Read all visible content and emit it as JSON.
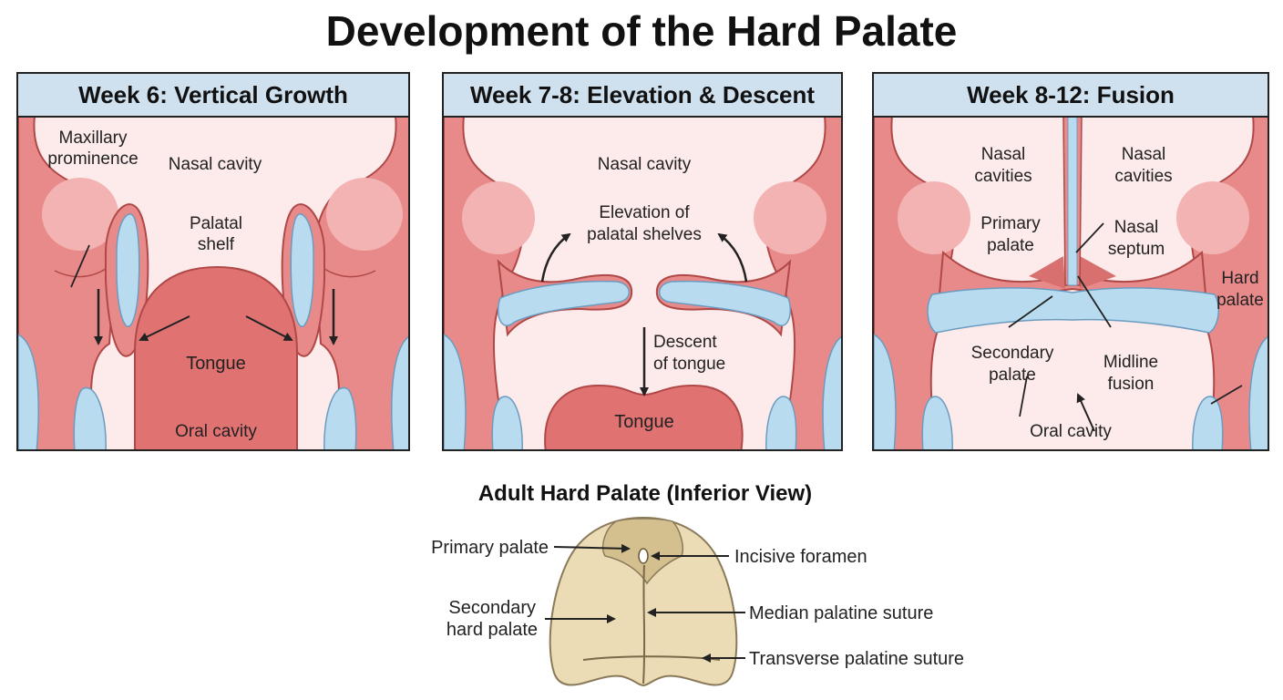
{
  "title": "Development of the Hard Palate",
  "panels": [
    {
      "heading": "Week 6: Vertical Growth",
      "labels": {
        "maxillary_prominence_1": "Maxillary",
        "maxillary_prominence_2": "prominence",
        "nasal_cavity": "Nasal cavity",
        "palatal_shelf_1": "Palatal",
        "palatal_shelf_2": "shelf",
        "tongue": "Tongue",
        "oral_cavity": "Oral cavity"
      }
    },
    {
      "heading": "Week 7-8: Elevation & Descent",
      "labels": {
        "nasal_cavity": "Nasal cavity",
        "elevation_1": "Elevation of",
        "elevation_2": "palatal shelves",
        "descent_1": "Descent",
        "descent_2": "of tongue",
        "tongue": "Tongue"
      }
    },
    {
      "heading": "Week 8-12: Fusion",
      "labels": {
        "nasal_cavities_left_1": "Nasal",
        "nasal_cavities_left_2": "cavities",
        "nasal_cavities_right_1": "Nasal",
        "nasal_cavities_right_2": "cavities",
        "primary_palate_1": "Primary",
        "primary_palate_2": "palate",
        "nasal_septum_1": "Nasal",
        "nasal_septum_2": "septum",
        "hard_palate_1": "Hard",
        "hard_palate_2": "palate",
        "secondary_palate_1": "Secondary",
        "secondary_palate_2": "palate",
        "midline_fusion_1": "Midline",
        "midline_fusion_2": "fusion",
        "oral_cavity": "Oral cavity"
      }
    }
  ],
  "adult": {
    "heading": "Adult Hard Palate (Inferior View)",
    "labels": {
      "primary_palate": "Primary palate",
      "secondary_1": "Secondary",
      "secondary_2": "hard palate",
      "incisive_foramen": "Incisive foramen",
      "median_suture": "Median palatine suture",
      "transverse_suture": "Transverse palatine suture"
    }
  },
  "colors": {
    "tissue": "#e98a8a",
    "tissue_dark": "#c85c5c",
    "cavity": "#fdeaea",
    "cartilage": "#b9dbef",
    "header": "#cfe0ef",
    "tongue": "#e07272",
    "bone": "#ecdcb5",
    "bone_outline": "#8a7a5a"
  }
}
